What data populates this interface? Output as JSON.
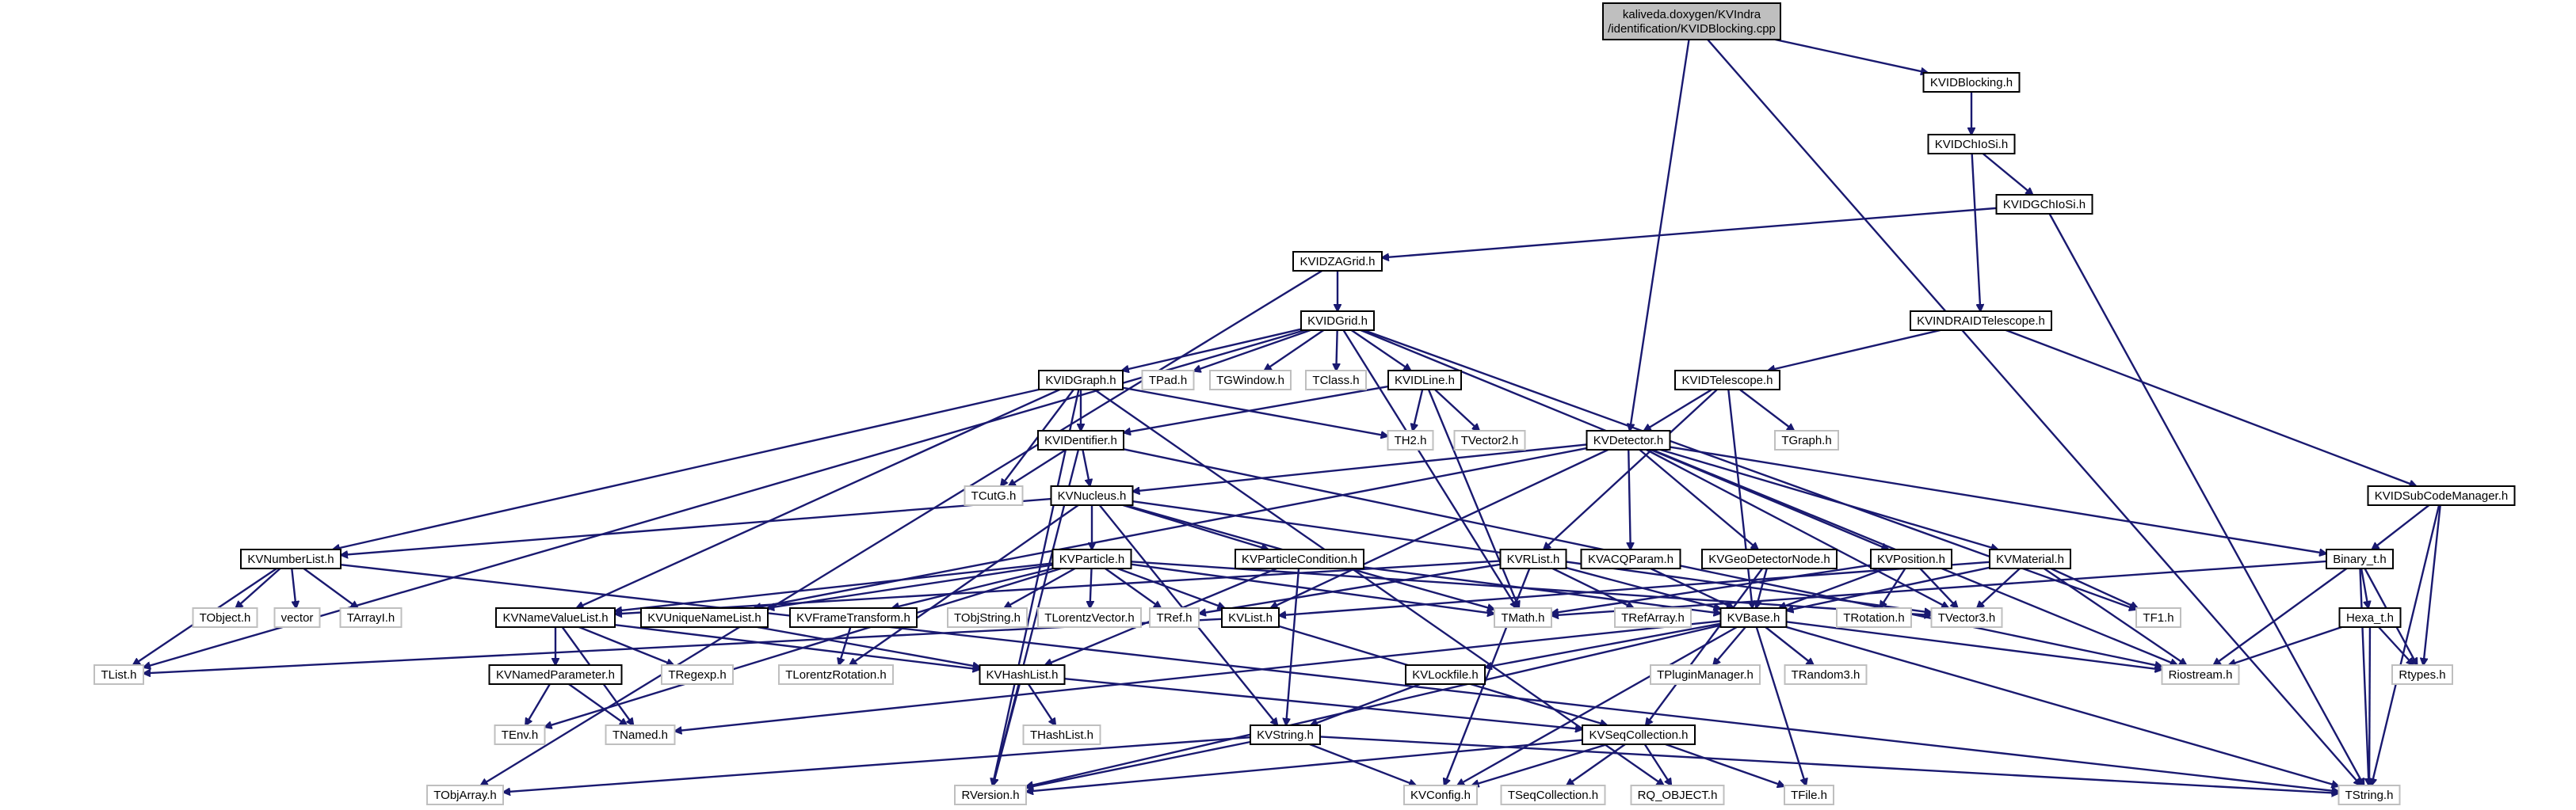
{
  "graph": {
    "title_lines": [
      "kaliveda.doxygen/KVIndra",
      "/identification/KVIDBlocking.cpp"
    ],
    "colors": {
      "edge": "#191970",
      "local_border": "#000000",
      "external_border": "#bfbfbf",
      "root_fill": "#bfbfbf"
    },
    "nodes": [
      {
        "id": "root",
        "label": "",
        "kind": "root"
      },
      {
        "id": "KVIDBlocking",
        "label": "KVIDBlocking.h",
        "kind": "local"
      },
      {
        "id": "KVIDChIoSi",
        "label": "KVIDChIoSi.h",
        "kind": "local"
      },
      {
        "id": "KVIDGChIoSi",
        "label": "KVIDGChIoSi.h",
        "kind": "local"
      },
      {
        "id": "KVIDZAGrid",
        "label": "KVIDZAGrid.h",
        "kind": "local"
      },
      {
        "id": "KVIDGrid",
        "label": "KVIDGrid.h",
        "kind": "local"
      },
      {
        "id": "KVINDRAIDTelescope",
        "label": "KVINDRAIDTelescope.h",
        "kind": "local"
      },
      {
        "id": "KVIDTelescope",
        "label": "KVIDTelescope.h",
        "kind": "local"
      },
      {
        "id": "KVIDGraph",
        "label": "KVIDGraph.h",
        "kind": "local"
      },
      {
        "id": "TPad",
        "label": "TPad.h",
        "kind": "external"
      },
      {
        "id": "TGWindow",
        "label": "TGWindow.h",
        "kind": "external"
      },
      {
        "id": "TClass",
        "label": "TClass.h",
        "kind": "external"
      },
      {
        "id": "KVIDLine",
        "label": "KVIDLine.h",
        "kind": "local"
      },
      {
        "id": "TH2",
        "label": "TH2.h",
        "kind": "external"
      },
      {
        "id": "TVector2",
        "label": "TVector2.h",
        "kind": "external"
      },
      {
        "id": "TGraph",
        "label": "TGraph.h",
        "kind": "external"
      },
      {
        "id": "KVDetector",
        "label": "KVDetector.h",
        "kind": "local"
      },
      {
        "id": "KVIDentifier",
        "label": "KVIDentifier.h",
        "kind": "local"
      },
      {
        "id": "TCutG",
        "label": "TCutG.h",
        "kind": "external"
      },
      {
        "id": "KVNucleus",
        "label": "KVNucleus.h",
        "kind": "local"
      },
      {
        "id": "KVIDSubCodeManager",
        "label": "KVIDSubCodeManager.h",
        "kind": "local"
      },
      {
        "id": "Binary_t",
        "label": "Binary_t.h",
        "kind": "local"
      },
      {
        "id": "KVNumberList",
        "label": "KVNumberList.h",
        "kind": "local"
      },
      {
        "id": "KVParticle",
        "label": "KVParticle.h",
        "kind": "local"
      },
      {
        "id": "KVParticleCondition",
        "label": "KVParticleCondition.h",
        "kind": "local"
      },
      {
        "id": "KVRList",
        "label": "KVRList.h",
        "kind": "local"
      },
      {
        "id": "KVACQParam",
        "label": "KVACQParam.h",
        "kind": "local"
      },
      {
        "id": "KVGeoDetectorNode",
        "label": "KVGeoDetectorNode.h",
        "kind": "local"
      },
      {
        "id": "KVPosition",
        "label": "KVPosition.h",
        "kind": "local"
      },
      {
        "id": "KVMaterial",
        "label": "KVMaterial.h",
        "kind": "local"
      },
      {
        "id": "TObject",
        "label": "TObject.h",
        "kind": "external"
      },
      {
        "id": "vector",
        "label": "vector",
        "kind": "external"
      },
      {
        "id": "TArrayI",
        "label": "TArrayI.h",
        "kind": "external"
      },
      {
        "id": "KVNameValueList",
        "label": "KVNameValueList.h",
        "kind": "local"
      },
      {
        "id": "KVUniqueNameList",
        "label": "KVUniqueNameList.h",
        "kind": "local"
      },
      {
        "id": "KVFrameTransform",
        "label": "KVFrameTransform.h",
        "kind": "local"
      },
      {
        "id": "TObjString",
        "label": "TObjString.h",
        "kind": "external"
      },
      {
        "id": "TLorentzVector",
        "label": "TLorentzVector.h",
        "kind": "external"
      },
      {
        "id": "TRef",
        "label": "TRef.h",
        "kind": "external"
      },
      {
        "id": "KVList",
        "label": "KVList.h",
        "kind": "local"
      },
      {
        "id": "TMath",
        "label": "TMath.h",
        "kind": "external"
      },
      {
        "id": "TRefArray",
        "label": "TRefArray.h",
        "kind": "external"
      },
      {
        "id": "KVBase",
        "label": "KVBase.h",
        "kind": "local"
      },
      {
        "id": "TRotation",
        "label": "TRotation.h",
        "kind": "external"
      },
      {
        "id": "TVector3",
        "label": "TVector3.h",
        "kind": "external"
      },
      {
        "id": "TF1",
        "label": "TF1.h",
        "kind": "external"
      },
      {
        "id": "Hexa_t",
        "label": "Hexa_t.h",
        "kind": "local"
      },
      {
        "id": "TList",
        "label": "TList.h",
        "kind": "external"
      },
      {
        "id": "KVNamedParameter",
        "label": "KVNamedParameter.h",
        "kind": "local"
      },
      {
        "id": "TRegexp",
        "label": "TRegexp.h",
        "kind": "external"
      },
      {
        "id": "TLorentzRotation",
        "label": "TLorentzRotation.h",
        "kind": "external"
      },
      {
        "id": "KVHashList",
        "label": "KVHashList.h",
        "kind": "local"
      },
      {
        "id": "KVLockfile",
        "label": "KVLockfile.h",
        "kind": "local"
      },
      {
        "id": "TPluginManager",
        "label": "TPluginManager.h",
        "kind": "external"
      },
      {
        "id": "TRandom3",
        "label": "TRandom3.h",
        "kind": "external"
      },
      {
        "id": "Riostream",
        "label": "Riostream.h",
        "kind": "external"
      },
      {
        "id": "Rtypes",
        "label": "Rtypes.h",
        "kind": "external"
      },
      {
        "id": "TEnv",
        "label": "TEnv.h",
        "kind": "external"
      },
      {
        "id": "TNamed",
        "label": "TNamed.h",
        "kind": "external"
      },
      {
        "id": "THashList",
        "label": "THashList.h",
        "kind": "external"
      },
      {
        "id": "KVString",
        "label": "KVString.h",
        "kind": "local"
      },
      {
        "id": "KVSeqCollection",
        "label": "KVSeqCollection.h",
        "kind": "local"
      },
      {
        "id": "TObjArray",
        "label": "TObjArray.h",
        "kind": "external"
      },
      {
        "id": "RVersion",
        "label": "RVersion.h",
        "kind": "external"
      },
      {
        "id": "KVConfig",
        "label": "KVConfig.h",
        "kind": "external"
      },
      {
        "id": "TSeqCollection",
        "label": "TSeqCollection.h",
        "kind": "external"
      },
      {
        "id": "RQ_OBJECT",
        "label": "RQ_OBJECT.h",
        "kind": "external"
      },
      {
        "id": "TFile",
        "label": "TFile.h",
        "kind": "external"
      },
      {
        "id": "TString",
        "label": "TString.h",
        "kind": "external"
      }
    ],
    "edges": [
      [
        "root",
        "KVIDBlocking"
      ],
      [
        "root",
        "KVDetector"
      ],
      [
        "root",
        "TString"
      ],
      [
        "KVIDBlocking",
        "KVIDChIoSi"
      ],
      [
        "KVIDChIoSi",
        "KVIDGChIoSi"
      ],
      [
        "KVIDChIoSi",
        "KVINDRAIDTelescope"
      ],
      [
        "KVIDGChIoSi",
        "KVIDZAGrid"
      ],
      [
        "KVIDGChIoSi",
        "TString"
      ],
      [
        "KVIDZAGrid",
        "KVIDGrid"
      ],
      [
        "KVIDZAGrid",
        "TObjArray"
      ],
      [
        "KVIDGrid",
        "KVIDGraph"
      ],
      [
        "KVIDGrid",
        "TPad"
      ],
      [
        "KVIDGrid",
        "TGWindow"
      ],
      [
        "KVIDGrid",
        "TClass"
      ],
      [
        "KVIDGrid",
        "KVIDLine"
      ],
      [
        "KVIDGrid",
        "TList"
      ],
      [
        "KVIDGrid",
        "TMath"
      ],
      [
        "KVIDGrid",
        "TF1"
      ],
      [
        "KVIDGrid",
        "Riostream"
      ],
      [
        "KVINDRAIDTelescope",
        "KVIDTelescope"
      ],
      [
        "KVINDRAIDTelescope",
        "KVIDSubCodeManager"
      ],
      [
        "KVIDTelescope",
        "KVDetector"
      ],
      [
        "KVIDTelescope",
        "TGraph"
      ],
      [
        "KVIDTelescope",
        "KVBase"
      ],
      [
        "KVIDTelescope",
        "KVRList"
      ],
      [
        "KVIDGraph",
        "KVIDentifier"
      ],
      [
        "KVIDGraph",
        "TH2"
      ],
      [
        "KVIDGraph",
        "TCutG"
      ],
      [
        "KVIDGraph",
        "KVNumberList"
      ],
      [
        "KVIDGraph",
        "KVNameValueList"
      ],
      [
        "KVIDGraph",
        "RQ_OBJECT"
      ],
      [
        "KVIDGraph",
        "RVersion"
      ],
      [
        "KVIDLine",
        "KVIDentifier"
      ],
      [
        "KVIDLine",
        "TH2"
      ],
      [
        "KVIDLine",
        "TVector2"
      ],
      [
        "KVIDLine",
        "TMath"
      ],
      [
        "KVIDentifier",
        "TCutG"
      ],
      [
        "KVIDentifier",
        "KVNucleus"
      ],
      [
        "KVIDentifier",
        "Riostream"
      ],
      [
        "KVIDentifier",
        "RVersion"
      ],
      [
        "KVDetector",
        "KVNucleus"
      ],
      [
        "KVDetector",
        "KVACQParam"
      ],
      [
        "KVDetector",
        "KVGeoDetectorNode"
      ],
      [
        "KVDetector",
        "KVPosition"
      ],
      [
        "KVDetector",
        "KVMaterial"
      ],
      [
        "KVDetector",
        "Binary_t"
      ],
      [
        "KVDetector",
        "KVList"
      ],
      [
        "KVDetector",
        "KVUniqueNameList"
      ],
      [
        "KVDetector",
        "TVector3"
      ],
      [
        "KVNucleus",
        "KVParticle"
      ],
      [
        "KVNucleus",
        "KVParticleCondition"
      ],
      [
        "KVNucleus",
        "KVNumberList"
      ],
      [
        "KVNucleus",
        "TMath"
      ],
      [
        "KVNucleus",
        "KVString"
      ],
      [
        "KVNucleus",
        "TLorentzRotation"
      ],
      [
        "KVNucleus",
        "TVector3"
      ],
      [
        "KVIDSubCodeManager",
        "Binary_t"
      ],
      [
        "KVIDSubCodeManager",
        "TString"
      ],
      [
        "KVIDSubCodeManager",
        "Rtypes"
      ],
      [
        "Binary_t",
        "Hexa_t"
      ],
      [
        "Binary_t",
        "Riostream"
      ],
      [
        "Binary_t",
        "TString"
      ],
      [
        "Binary_t",
        "Rtypes"
      ],
      [
        "Binary_t",
        "TMath"
      ],
      [
        "KVNumberList",
        "TObject"
      ],
      [
        "KVNumberList",
        "vector"
      ],
      [
        "KVNumberList",
        "TArrayI"
      ],
      [
        "KVNumberList",
        "TList"
      ],
      [
        "KVNumberList",
        "TString"
      ],
      [
        "KVParticle",
        "KVNameValueList"
      ],
      [
        "KVParticle",
        "KVUniqueNameList"
      ],
      [
        "KVParticle",
        "KVFrameTransform"
      ],
      [
        "KVParticle",
        "TObjString"
      ],
      [
        "KVParticle",
        "TLorentzVector"
      ],
      [
        "KVParticle",
        "TRef"
      ],
      [
        "KVParticle",
        "KVList"
      ],
      [
        "KVParticle",
        "TMath"
      ],
      [
        "KVParticle",
        "TEnv"
      ],
      [
        "KVParticle",
        "TVector3"
      ],
      [
        "KVParticleCondition",
        "KVHashList"
      ],
      [
        "KVParticleCondition",
        "KVString"
      ],
      [
        "KVParticleCondition",
        "KVBase"
      ],
      [
        "KVRList",
        "TRefArray"
      ],
      [
        "KVRList",
        "KVBase"
      ],
      [
        "KVRList",
        "TRef"
      ],
      [
        "KVRList",
        "KVConfig"
      ],
      [
        "KVRList",
        "KVNameValueList"
      ],
      [
        "KVACQParam",
        "KVBase"
      ],
      [
        "KVGeoDetectorNode",
        "KVBase"
      ],
      [
        "KVGeoDetectorNode",
        "KVSeqCollection"
      ],
      [
        "KVPosition",
        "TRotation"
      ],
      [
        "KVPosition",
        "KVBase"
      ],
      [
        "KVPosition",
        "TVector3"
      ],
      [
        "KVPosition",
        "TMath"
      ],
      [
        "KVMaterial",
        "KVBase"
      ],
      [
        "KVMaterial",
        "TF1"
      ],
      [
        "KVMaterial",
        "TVector3"
      ],
      [
        "KVMaterial",
        "Riostream"
      ],
      [
        "KVMaterial",
        "KVList"
      ],
      [
        "KVNameValueList",
        "KVNamedParameter"
      ],
      [
        "KVNameValueList",
        "TRegexp"
      ],
      [
        "KVNameValueList",
        "TNamed"
      ],
      [
        "KVNameValueList",
        "KVHashList"
      ],
      [
        "KVUniqueNameList",
        "KVHashList"
      ],
      [
        "KVFrameTransform",
        "TLorentzRotation"
      ],
      [
        "KVList",
        "TList"
      ],
      [
        "KVList",
        "KVSeqCollection"
      ],
      [
        "KVBase",
        "KVLockfile"
      ],
      [
        "KVBase",
        "TPluginManager"
      ],
      [
        "KVBase",
        "TRandom3"
      ],
      [
        "KVBase",
        "Riostream"
      ],
      [
        "KVBase",
        "TString"
      ],
      [
        "KVBase",
        "KVConfig"
      ],
      [
        "KVBase",
        "RVersion"
      ],
      [
        "KVBase",
        "TNamed"
      ],
      [
        "KVBase",
        "TFile"
      ],
      [
        "Hexa_t",
        "Riostream"
      ],
      [
        "Hexa_t",
        "TString"
      ],
      [
        "Hexa_t",
        "Rtypes"
      ],
      [
        "KVNamedParameter",
        "TEnv"
      ],
      [
        "KVNamedParameter",
        "TNamed"
      ],
      [
        "KVHashList",
        "THashList"
      ],
      [
        "KVHashList",
        "KVSeqCollection"
      ],
      [
        "KVHashList",
        "RVersion"
      ],
      [
        "KVLockfile",
        "KVString"
      ],
      [
        "KVString",
        "TObjArray"
      ],
      [
        "KVString",
        "RVersion"
      ],
      [
        "KVString",
        "KVConfig"
      ],
      [
        "KVString",
        "TString"
      ],
      [
        "KVSeqCollection",
        "TSeqCollection"
      ],
      [
        "KVSeqCollection",
        "RQ_OBJECT"
      ],
      [
        "KVSeqCollection",
        "TFile"
      ],
      [
        "KVSeqCollection",
        "KVConfig"
      ],
      [
        "KVSeqCollection",
        "RVersion"
      ]
    ]
  }
}
